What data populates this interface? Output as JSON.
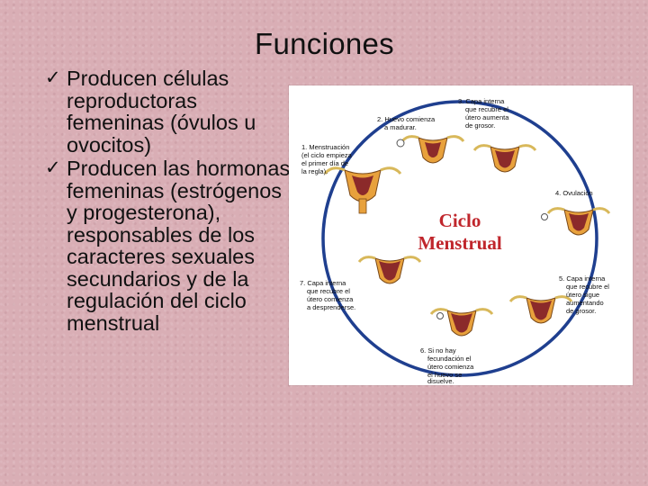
{
  "slide": {
    "title": "Funciones",
    "bullets": [
      "Producen células reproductoras femeninas (óvulos u ovocitos)",
      "Producen las hormonas femeninas (estrógenos y progesterona), responsables de los caracteres sexuales secundarios y de la regulación del ciclo menstrual"
    ]
  },
  "figure": {
    "center_line1": "Ciclo",
    "center_line2": "Menstrual",
    "labels": {
      "s1": [
        "1. Menstruación",
        "(el ciclo empieza",
        "el primer día de",
        "la regla)."
      ],
      "s2": [
        "2. Huevo comienza",
        "a madurar."
      ],
      "s3": [
        "3. Capa interna",
        "que recubre el",
        "útero aumenta",
        "de grosor."
      ],
      "s4": [
        "4. Ovulación"
      ],
      "s5": [
        "5. Capa interna",
        "que recubre el",
        "útero sigue",
        "aumentando",
        "de grosor."
      ],
      "s6": [
        "6. Si no hay",
        "fecundación el",
        "útero comienza",
        "el huevo se",
        "disuelve."
      ],
      "s7": [
        "7. Capa interna",
        "que recubre el",
        "útero comienza",
        "a desprenderse."
      ]
    },
    "colors": {
      "uterus": "#e8a13c",
      "lining": "#8b2a2a",
      "tube": "#d8b85a",
      "ring": "#1f3f8f",
      "title": "#c0262c"
    }
  }
}
